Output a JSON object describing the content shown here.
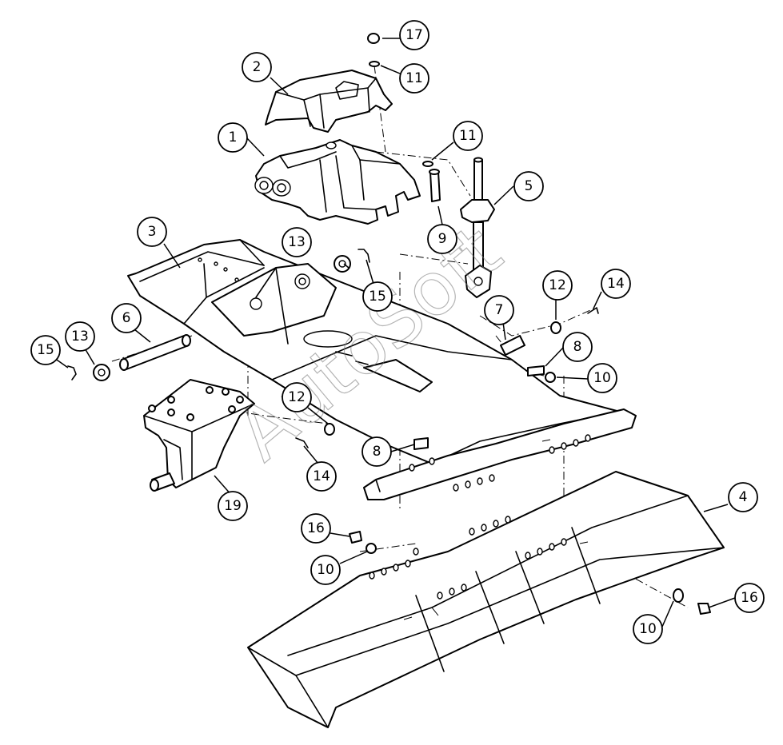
{
  "diagram": {
    "watermark": "AutoSoft",
    "callouts": [
      {
        "id": "c1",
        "label": "1"
      },
      {
        "id": "c2",
        "label": "2"
      },
      {
        "id": "c3",
        "label": "3"
      },
      {
        "id": "c4",
        "label": "4"
      },
      {
        "id": "c5",
        "label": "5"
      },
      {
        "id": "c6",
        "label": "6"
      },
      {
        "id": "c7",
        "label": "7"
      },
      {
        "id": "c8a",
        "label": "8"
      },
      {
        "id": "c8b",
        "label": "8"
      },
      {
        "id": "c9",
        "label": "9"
      },
      {
        "id": "c10a",
        "label": "10"
      },
      {
        "id": "c10b",
        "label": "10"
      },
      {
        "id": "c10c",
        "label": "10"
      },
      {
        "id": "c11a",
        "label": "11"
      },
      {
        "id": "c11b",
        "label": "11"
      },
      {
        "id": "c12a",
        "label": "12"
      },
      {
        "id": "c12b",
        "label": "12"
      },
      {
        "id": "c13a",
        "label": "13"
      },
      {
        "id": "c13b",
        "label": "13"
      },
      {
        "id": "c14a",
        "label": "14"
      },
      {
        "id": "c14b",
        "label": "14"
      },
      {
        "id": "c15a",
        "label": "15"
      },
      {
        "id": "c15b",
        "label": "15"
      },
      {
        "id": "c16a",
        "label": "16"
      },
      {
        "id": "c16b",
        "label": "16"
      },
      {
        "id": "c17",
        "label": "17"
      },
      {
        "id": "c19",
        "label": "19"
      }
    ]
  }
}
